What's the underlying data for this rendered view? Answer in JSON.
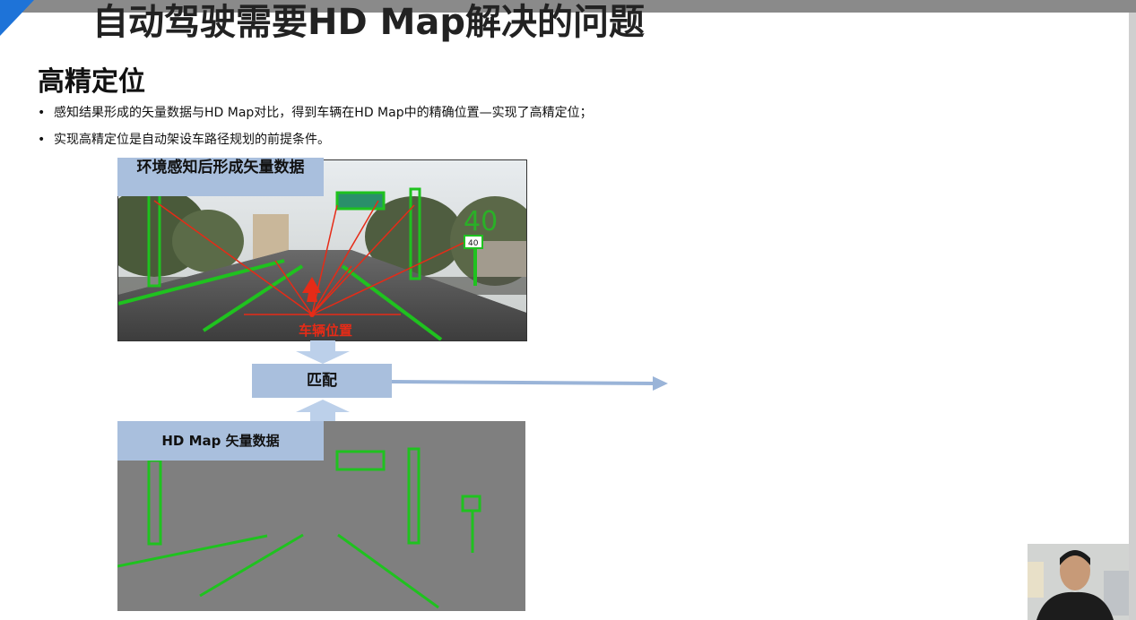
{
  "slide": {
    "title": "自动驾驶需要HD Map解决的问题",
    "subtitle": "高精定位",
    "bullets": [
      "感知结果形成的矢量数据与HD Map对比，得到车辆在HD Map中的精确位置—实现了高精定位；",
      "实现高精定位是自动架设车路径规划的前提条件。"
    ]
  },
  "diagram": {
    "perception_label": "环境感知后形成矢量数据",
    "vehicle_label": "车辆位置",
    "speed_sign_large": "40",
    "speed_sign_small": "40",
    "match_label": "匹配",
    "hd_map_label": "HD Map 矢量数据"
  },
  "colors": {
    "label_fill": "#a9bfdd",
    "detection_green": "#1fc21f",
    "pointer_red": "#e62b17",
    "map_gray": "#7f7f7f"
  },
  "icons": {
    "corner": "blue-triangle-corner",
    "bullet": "bullet-dot",
    "presenter": "webcam-presenter"
  }
}
